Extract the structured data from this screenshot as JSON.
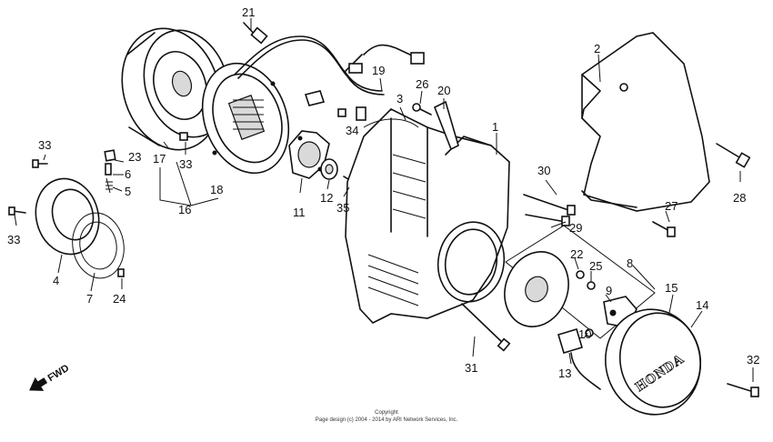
{
  "diagram": {
    "part_numbers": [
      "1",
      "2",
      "3",
      "4",
      "5",
      "6",
      "7",
      "8",
      "9",
      "10",
      "11",
      "12",
      "13",
      "14",
      "15",
      "16",
      "17",
      "18",
      "19",
      "20",
      "21",
      "22",
      "23",
      "24",
      "25",
      "26",
      "27",
      "28",
      "29",
      "30",
      "31",
      "32",
      "33",
      "33",
      "33",
      "34",
      "35"
    ],
    "direction_label": "FWD",
    "brand_mark": "HONDA",
    "copyright_line1": "Copyright",
    "copyright_line2": "Page design (c) 2004 - 2014 by ARI Network Services, Inc."
  }
}
